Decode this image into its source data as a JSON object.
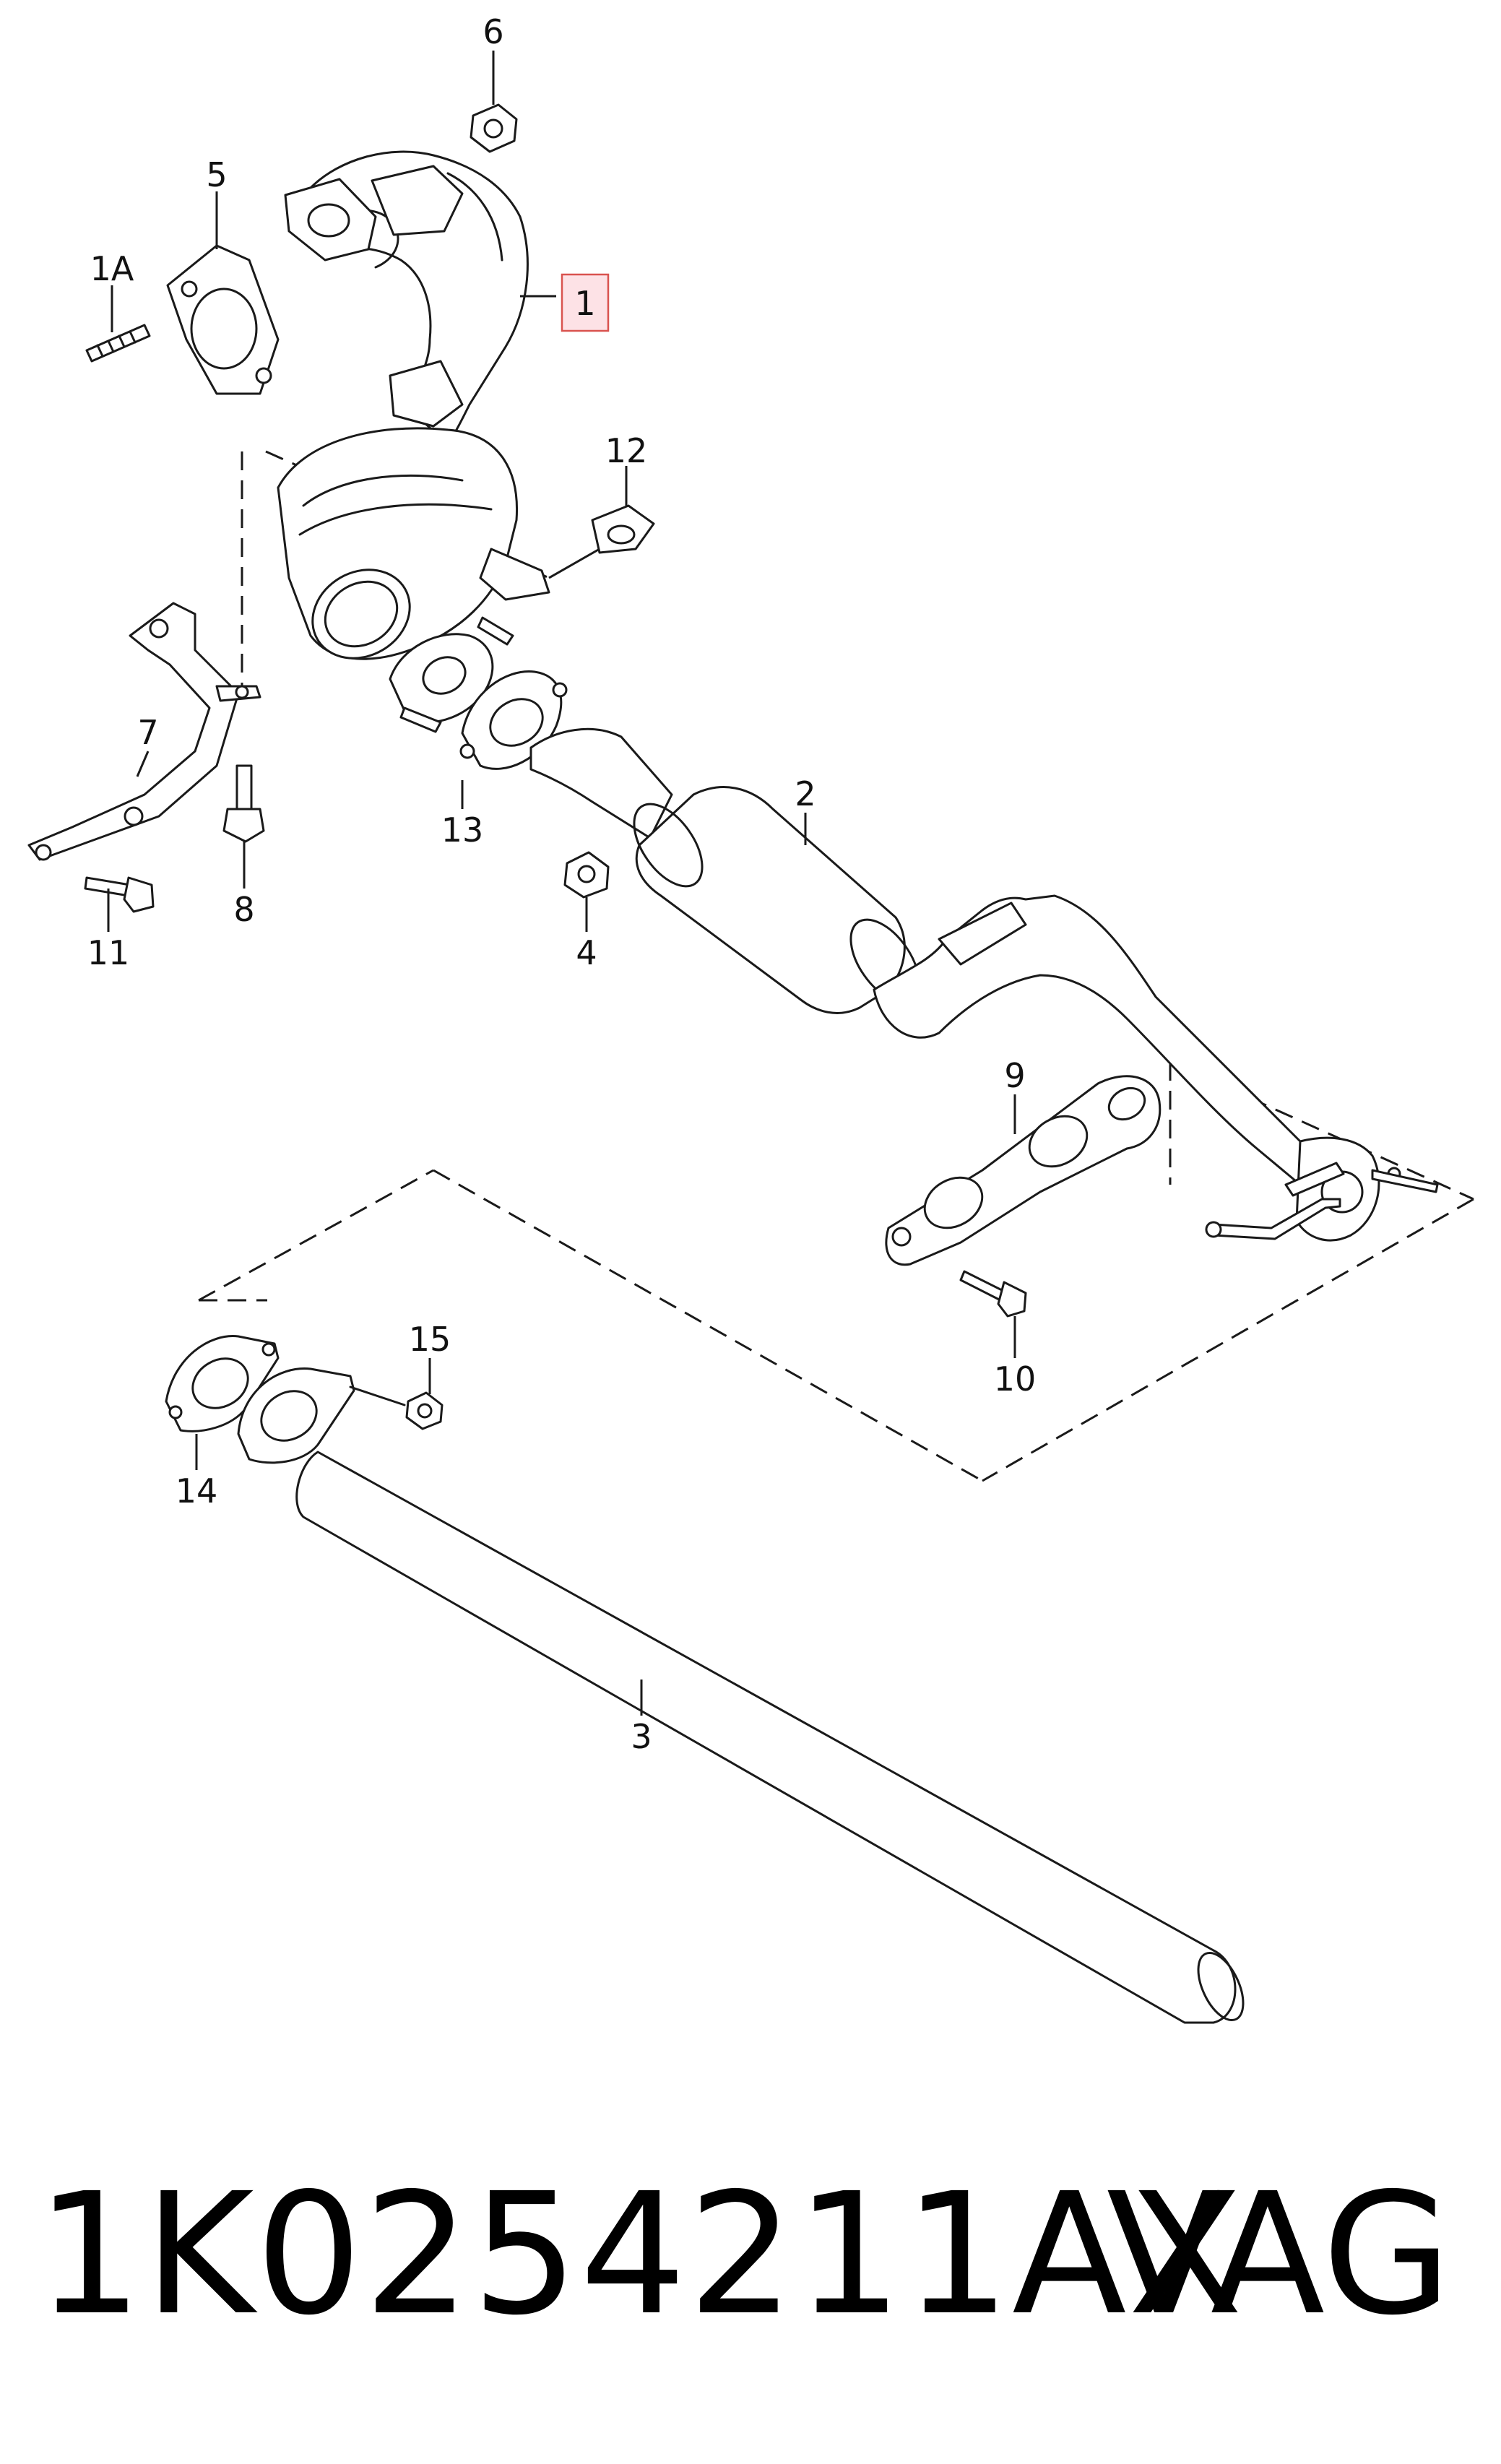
{
  "callouts": {
    "c1": "1",
    "c1a": "1A",
    "c2": "2",
    "c3": "3",
    "c4": "4",
    "c5": "5",
    "c6": "6",
    "c7": "7",
    "c8": "8",
    "c9": "9",
    "c10": "10",
    "c11": "11",
    "c12": "12",
    "c13": "13",
    "c14": "14",
    "c15": "15"
  },
  "highlight": {
    "callout": "1",
    "fill": "#fde2e6",
    "stroke": "#d9534f"
  },
  "footer": {
    "part_number": "1K0254211AX",
    "brand": "VAG"
  }
}
